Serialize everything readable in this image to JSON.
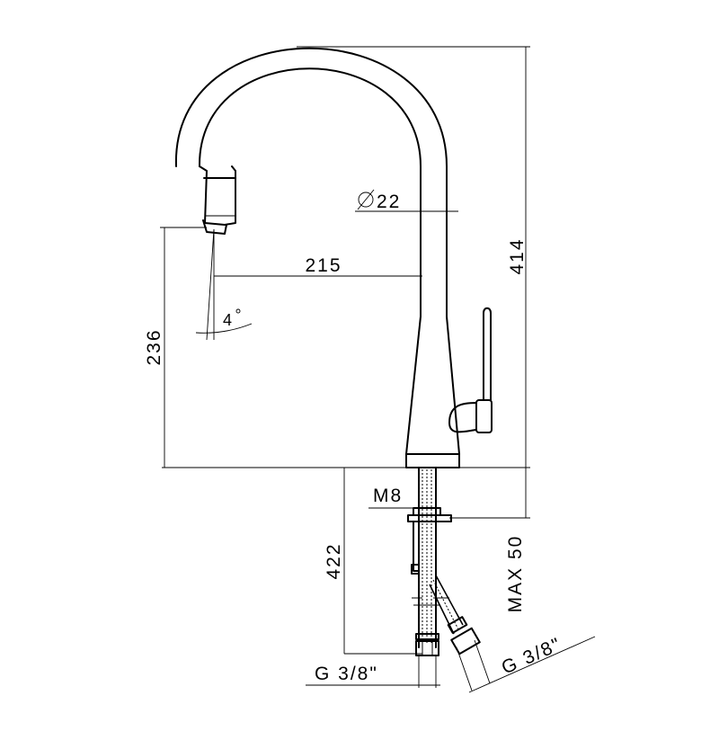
{
  "dimensions": {
    "height_total": "414",
    "spout_diameter": "22",
    "reach": "215",
    "spray_angle": "4",
    "spout_height": "236",
    "mount_thread": "M8",
    "max_thickness": "MAX 50",
    "below_counter": "422",
    "connection_left": "G 3/8\"",
    "connection_right": "G 3/8\""
  }
}
